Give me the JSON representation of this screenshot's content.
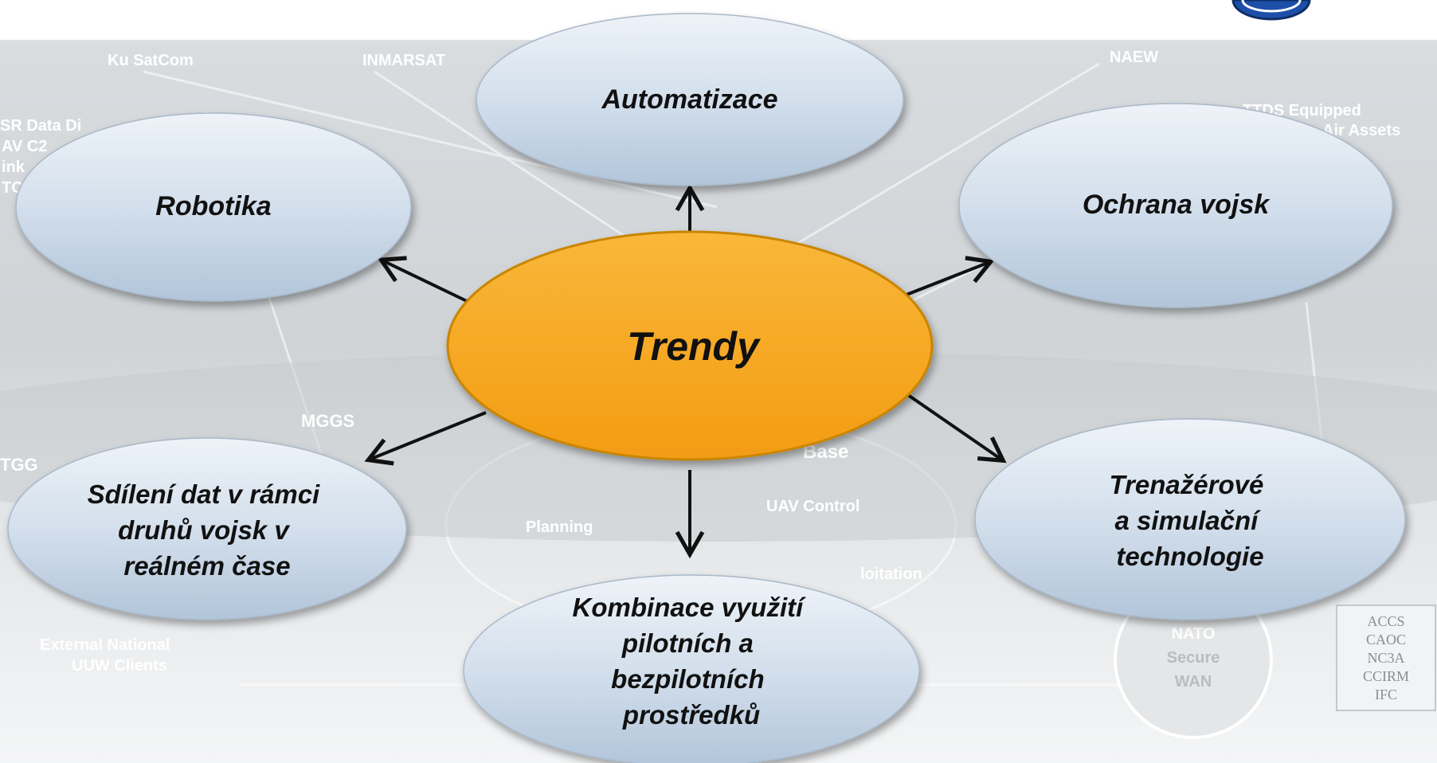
{
  "diagram": {
    "center": {
      "label": "Trendy"
    },
    "nodes": [
      {
        "id": "automatizace",
        "lines": [
          "Automatizace"
        ]
      },
      {
        "id": "robotika",
        "lines": [
          "Robotika"
        ]
      },
      {
        "id": "ochrana-vojsk",
        "lines": [
          "Ochrana vojsk"
        ]
      },
      {
        "id": "sdileni-dat",
        "lines": [
          "Sdílení dat v rámci",
          "druhů vojsk v",
          "reálném čase"
        ]
      },
      {
        "id": "kombinace",
        "lines": [
          "Kombinace využití",
          "pilotních a",
          "bezpilotních",
          "prostředků"
        ]
      },
      {
        "id": "trenazerove",
        "lines": [
          "Trenažérové",
          "a simulační",
          "technologie"
        ]
      }
    ]
  },
  "background": {
    "labels": {
      "ku_satcom": "Ku SatCom",
      "inmarsat": "INMARSAT",
      "naew": "NAEW",
      "sr_data": "SR Data Di",
      "uav_c2": "AV C2",
      "link": "ink",
      "tc": "TC",
      "ttds": "TTDS Equipped",
      "air_assets": "Air Assets",
      "mggs": "MGGS",
      "tgg": "TGG",
      "base": "Base",
      "uav_control": "UAV Control",
      "planning": "Planning",
      "exploitation": "loitation",
      "external": "External National",
      "uuw": "UUW Clients",
      "nato": "NATO",
      "secure": "Secure",
      "wan": "WAN"
    },
    "box_list": [
      "ACCS",
      "CAOC",
      "NC3A",
      "CCIRM",
      "IFC"
    ]
  },
  "colors": {
    "node_fill_top": "#e6edf5",
    "node_fill_bottom": "#b7c9dd",
    "center_fill": "#f7a823",
    "center_stroke": "#c98500",
    "arrow": "#111111"
  }
}
